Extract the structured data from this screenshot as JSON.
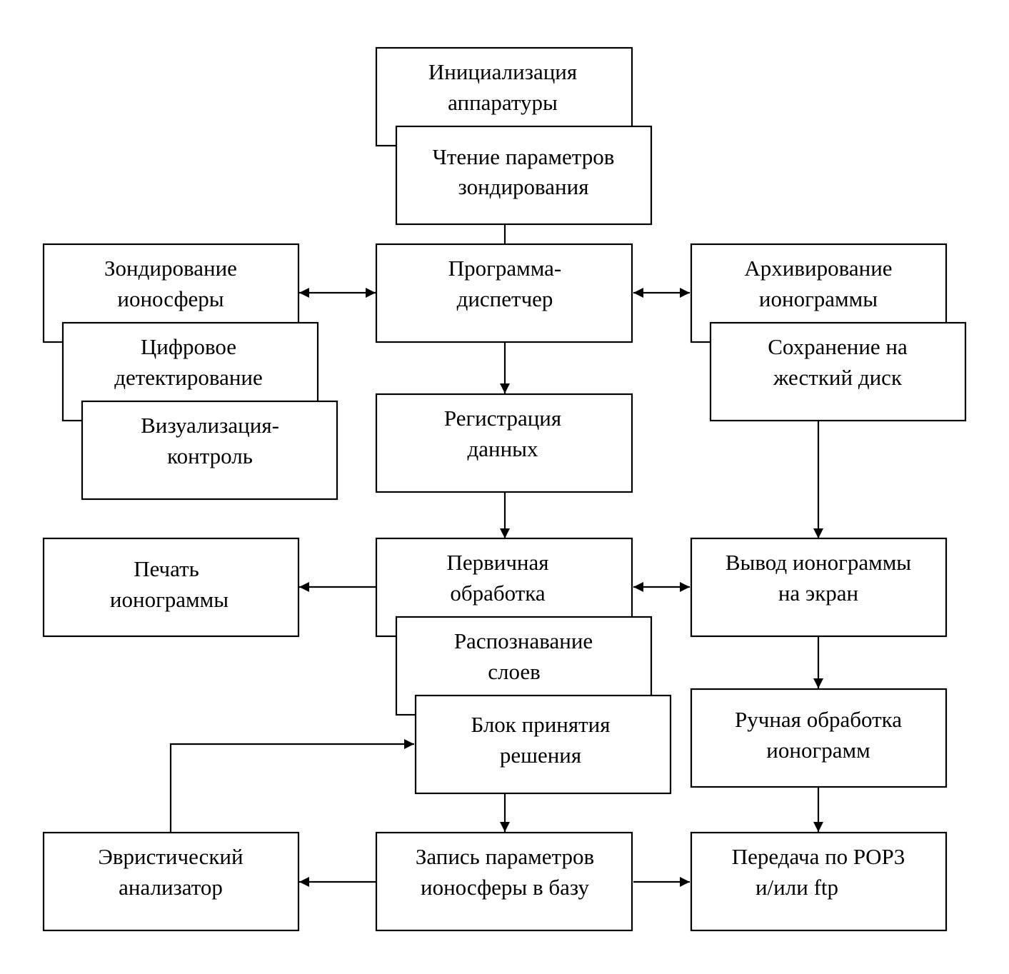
{
  "boxes": {
    "init": [
      "Инициализация",
      "аппаратуры"
    ],
    "read_params": [
      "Чтение параметров",
      "зондирования"
    ],
    "sounding": [
      "Зондирование",
      "ионосферы"
    ],
    "digital_detection": [
      "Цифровое",
      "детектирование"
    ],
    "visualization": [
      "Визуализация-",
      "контроль"
    ],
    "dispatcher": [
      "Программа-",
      "диспетчер"
    ],
    "archiving": [
      "Архивирование",
      "ионограммы"
    ],
    "save_disk": [
      "Сохранение на",
      "жесткий диск"
    ],
    "registration": [
      "Регистрация",
      "данных"
    ],
    "print": [
      "Печать",
      "ионограммы"
    ],
    "primary_processing": [
      "Первичная",
      "обработка"
    ],
    "display_output": [
      "Вывод ионограммы",
      "на экран"
    ],
    "layer_recognition": [
      "Распознавание",
      "слоев"
    ],
    "decision_block": [
      "Блок принятия",
      "решения"
    ],
    "manual_processing": [
      "Ручная обработка",
      "ионограмм"
    ],
    "heuristic_analyzer": [
      "Эвристический",
      "анализатор"
    ],
    "db_record": [
      "Запись параметров",
      "ионосферы в базу"
    ],
    "transfer": [
      "Передача по POP3",
      "и/или ftp"
    ]
  }
}
